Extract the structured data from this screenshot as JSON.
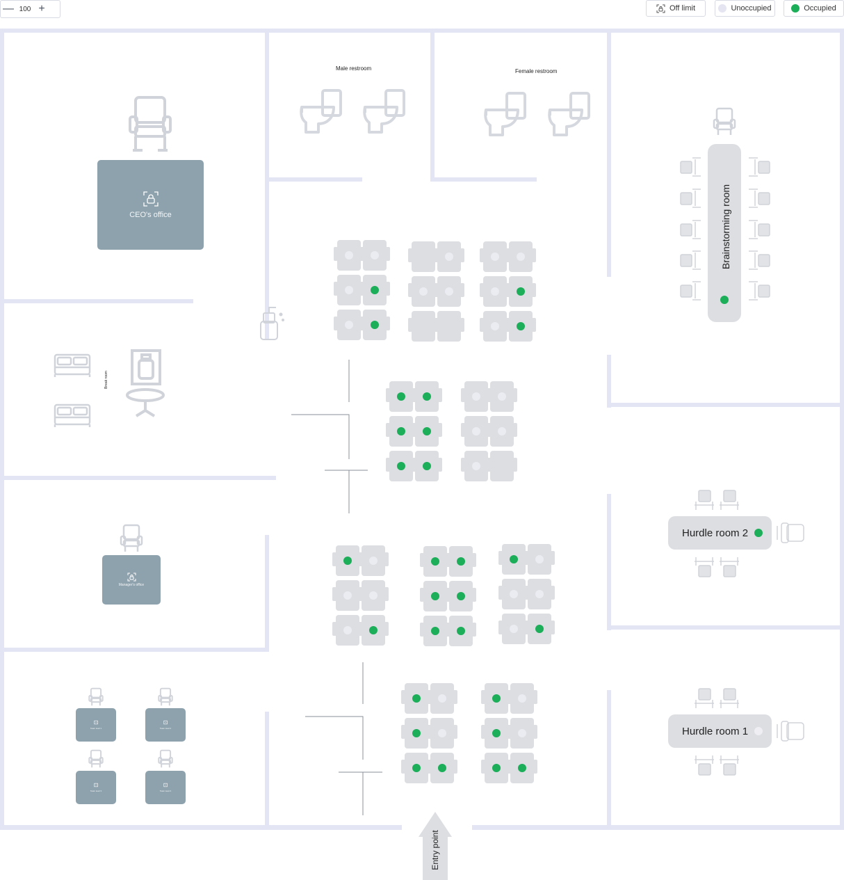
{
  "toolbar": {
    "zoom_value": "100",
    "zoom_out_icon": "minus-icon",
    "zoom_in_icon": "plus-icon"
  },
  "legend": {
    "off_limit": "Off limit",
    "unoccupied": "Unoccupied",
    "occupied": "Occupied",
    "occupied_color": "#1dae5a",
    "unoccupied_color": "#e4e5f0",
    "off_limit_icon": "lock-icon"
  },
  "rooms": {
    "male_restroom": "Male restroom",
    "female_restroom": "Female restroom",
    "ceo_office": "CEO's office",
    "break_room": "Break room",
    "manager_office": "Manager's office",
    "team_lead_1": "Team lead 1",
    "team_lead_2": "Team lead 2",
    "team_lead_3": "Team lead 3",
    "team_lead_4": "Team lead 4",
    "brainstorming_room": "Brainstorming room",
    "hurdle_room_2": "Hurdle room 2",
    "hurdle_room_1": "Hurdle room 1",
    "entry_point": "Entry point"
  },
  "desk_clusters": [
    {
      "id": "A1",
      "cells": [
        "un",
        "un",
        "un",
        "occ",
        "un",
        "occ"
      ]
    },
    {
      "id": "A2",
      "cells": [
        "none",
        "un",
        "un",
        "un",
        "none",
        "none"
      ]
    },
    {
      "id": "A3",
      "cells": [
        "un",
        "un",
        "un",
        "occ",
        "un",
        "occ"
      ]
    },
    {
      "id": "B1",
      "cells": [
        "occ",
        "occ",
        "occ",
        "occ",
        "occ",
        "occ"
      ]
    },
    {
      "id": "B2",
      "cells": [
        "un",
        "un",
        "un",
        "un",
        "un",
        "none"
      ]
    },
    {
      "id": "C1",
      "cells": [
        "occ",
        "un",
        "un",
        "un",
        "un",
        "occ"
      ]
    },
    {
      "id": "C2",
      "cells": [
        "occ",
        "occ",
        "occ",
        "occ",
        "occ",
        "occ"
      ]
    },
    {
      "id": "C3",
      "cells": [
        "occ",
        "un",
        "un",
        "un",
        "un",
        "occ"
      ]
    },
    {
      "id": "D1",
      "cells": [
        "occ",
        "un",
        "occ",
        "un",
        "occ",
        "occ"
      ]
    },
    {
      "id": "D2",
      "cells": [
        "occ",
        "un",
        "occ",
        "un",
        "occ",
        "occ"
      ]
    }
  ],
  "brainstorming_seat": "occ",
  "hurdle_room_2_seat": "occ",
  "hurdle_room_1_seat": "un"
}
